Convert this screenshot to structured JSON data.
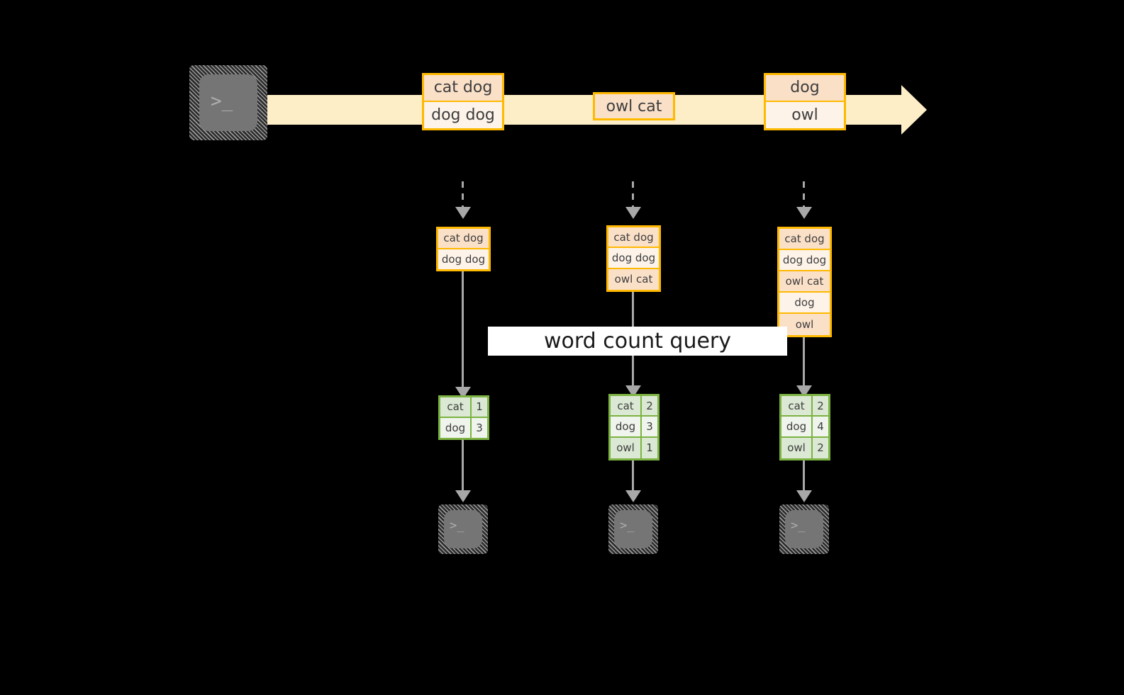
{
  "diagram": {
    "title_label": "word count query",
    "colors": {
      "background": "#000000",
      "stream_fill": "#fdeec8",
      "record_border": "#ffb900",
      "record_fill_dark": "#fbe0c8",
      "record_fill_light": "#fdf3e9",
      "table_border": "#7cb342",
      "table_fill_dark": "#dbe8d3",
      "table_fill_light": "#eff4ec",
      "connector": "#a8a8a8",
      "terminal_body": "#757575",
      "terminal_glyph": "#aeaeae",
      "label_background": "#ffffff"
    },
    "terminal_prompt": ">_",
    "source_terminal": {
      "name": "source-terminal"
    },
    "stream": {
      "records": [
        {
          "id": "r1",
          "lines": [
            "cat dog",
            "dog dog"
          ]
        },
        {
          "id": "r2",
          "lines": [
            "owl cat"
          ]
        },
        {
          "id": "r3",
          "lines": [
            "dog",
            "owl"
          ]
        }
      ]
    },
    "snapshots": [
      {
        "id": "s1",
        "rows": [
          "cat dog",
          "dog dog"
        ]
      },
      {
        "id": "s2",
        "rows": [
          "cat dog",
          "dog dog",
          "owl cat"
        ]
      },
      {
        "id": "s3",
        "rows": [
          "cat dog",
          "dog dog",
          "owl cat",
          "dog",
          "owl"
        ]
      }
    ],
    "results": [
      {
        "id": "t1",
        "rows": [
          {
            "key": "cat",
            "value": "1"
          },
          {
            "key": "dog",
            "value": "3"
          }
        ]
      },
      {
        "id": "t2",
        "rows": [
          {
            "key": "cat",
            "value": "2"
          },
          {
            "key": "dog",
            "value": "3"
          },
          {
            "key": "owl",
            "value": "1"
          }
        ]
      },
      {
        "id": "t3",
        "rows": [
          {
            "key": "cat",
            "value": "2"
          },
          {
            "key": "dog",
            "value": "4"
          },
          {
            "key": "owl",
            "value": "2"
          }
        ]
      }
    ],
    "sink_terminals": [
      {
        "id": "k1"
      },
      {
        "id": "k2"
      },
      {
        "id": "k3"
      }
    ]
  }
}
